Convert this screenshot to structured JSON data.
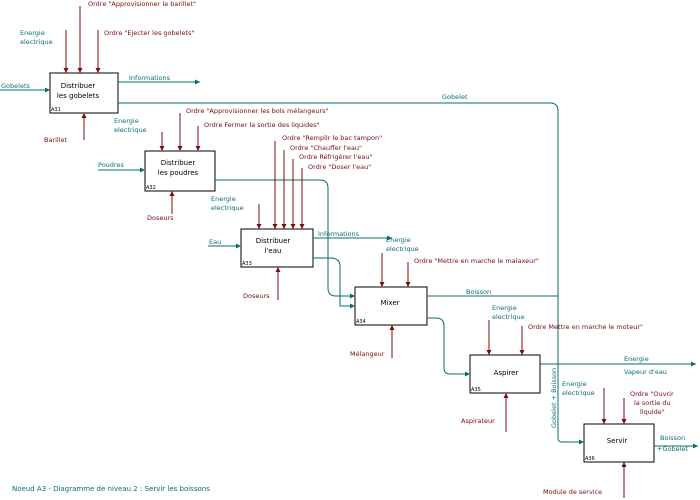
{
  "boxes": [
    {
      "id": "A31",
      "lines": [
        "Distribuer",
        "les gobelets"
      ]
    },
    {
      "id": "A32",
      "lines": [
        "Distribuer",
        "les poudres"
      ]
    },
    {
      "id": "A33",
      "lines": [
        "Distribuer",
        "l'eau"
      ]
    },
    {
      "id": "A34",
      "lines": [
        "Mixer"
      ]
    },
    {
      "id": "A35",
      "lines": [
        "Aspirer"
      ]
    },
    {
      "id": "A36",
      "lines": [
        "Servir"
      ]
    }
  ],
  "labels": {
    "ordre_approv_barillet": "Ordre \"Approvisionner le barillet\"",
    "energie_a31": [
      "Energie",
      "electrique"
    ],
    "ordre_ejecter": "Ordre \"Ejecter les gobelets\"",
    "gobelets": "Gobelets",
    "informations_a31": "Informations",
    "barillet": "Barillet",
    "gobelet": "Gobelet",
    "ordre_approv_bols": "Ordre \"Approvisionner les bols mélangeurs\"",
    "energie_a32": [
      "Energie",
      "electrique"
    ],
    "ordre_fermer": "Ordre Fermer la sortie des liquides\"",
    "ordre_remplir": "Ordre \"Remplir le bac tampon\"",
    "ordre_chauffer": "Ordre \"Chauffer l'eau\"",
    "ordre_refrigerer": "Ordre Réfrigérer l'eau\"",
    "ordre_doser": "Ordre \"Doser l'eau\"",
    "poudres": "Poudres",
    "doseurs_a32": "Doseurs",
    "energie_a33": [
      "Energie",
      "electrique"
    ],
    "eau": "Eau",
    "informations_a33": "Informations",
    "energie_a34": [
      "Energie",
      "electrique"
    ],
    "ordre_moteur_a34": "Ordre \"Mettre en marche le malaxeur\"",
    "doseurs_a33": "Doseurs",
    "boisson": "Boisson",
    "melangeur": "Mélangeur",
    "energie_a35": [
      "Energie",
      "electrique"
    ],
    "ordre_moteur_a35": "Ordre Mettre en marche le moteur\"",
    "energie_out": "Energie",
    "vapeur": "Vapeur d'eau",
    "gobelet_boisson": "Gobelet + Boisson",
    "energie_a36": [
      "Energie",
      "electrique"
    ],
    "ordre_ouvrir": [
      "Ordre \"Ouvrir",
      "la sortie du",
      "liquide\""
    ],
    "aspirateur": "Aspirateur",
    "boisson_out": [
      "Boisson",
      "+Gobelet"
    ],
    "module_service": "Module de service"
  },
  "caption": "Noeud A3 - Diagramme de niveau 2 : Servir les boissons"
}
